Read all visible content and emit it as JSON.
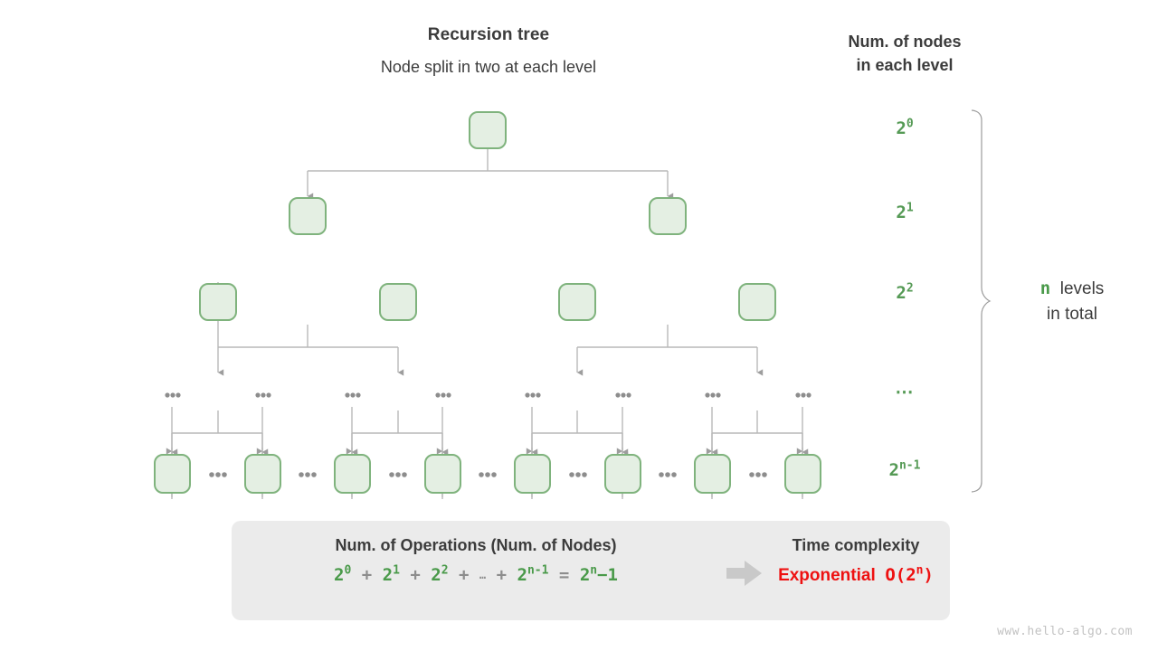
{
  "titles": {
    "tree_title": "Recursion tree",
    "tree_subtitle": "Node split in two at each level",
    "nodecount_title_line1": "Num. of nodes",
    "nodecount_title_line2": "in each level"
  },
  "level_counts": [
    {
      "id": "lvl-0",
      "base": "2",
      "exp": "0"
    },
    {
      "id": "lvl-1",
      "base": "2",
      "exp": "1"
    },
    {
      "id": "lvl-2",
      "base": "2",
      "exp": "2"
    },
    {
      "id": "lvl-3",
      "base": "⋯",
      "exp": ""
    },
    {
      "id": "lvl-4",
      "base": "2",
      "exp": "n-1"
    }
  ],
  "level_count_text": {
    "l0": "2",
    "l0_exp": "0",
    "l1": "2",
    "l1_exp": "1",
    "l2": "2",
    "l2_exp": "2",
    "l3_dots": "⋯",
    "l4": "2",
    "l4_exp": "n-1"
  },
  "total": {
    "n_symbol": "n",
    "levels_word": "levels",
    "in_total": "in total"
  },
  "tree": {
    "ellipsis_label": "⋯",
    "levels": [
      {
        "name": "root-level",
        "node_count": 1,
        "centers": [
          539
        ]
      },
      {
        "name": "level-1",
        "node_count": 2,
        "centers": [
          340,
          738
        ]
      },
      {
        "name": "level-2",
        "node_count": 4,
        "centers": [
          241,
          440,
          638,
          837
        ]
      },
      {
        "name": "ellipsis-level",
        "node_count": 8,
        "centers": [
          190,
          290,
          389,
          489,
          588,
          688,
          787,
          887
        ]
      },
      {
        "name": "leaf-level",
        "node_count": 8,
        "centers": [
          190,
          290,
          389,
          489,
          588,
          688,
          787,
          887
        ]
      }
    ]
  },
  "summary": {
    "ops_title": "Num. of Operations (Num. of Nodes)",
    "formula": {
      "t0": "2",
      "t0_exp": "0",
      "plus1": "+",
      "t1": "2",
      "t1_exp": "1",
      "plus2": "+",
      "t2": "2",
      "t2_exp": "2",
      "plus3": "+",
      "dots": "…",
      "plus4": "+",
      "t3": "2",
      "t3_exp": "n-1",
      "equals": "=",
      "result": "2",
      "result_exp": "n",
      "result_tail": "−1"
    },
    "complexity_title": "Time complexity",
    "complexity_name": "Exponential",
    "complexity_bigo": "O(2",
    "complexity_bigo_exp": "n",
    "complexity_bigo_tail": ")"
  },
  "watermark": "www.hello-algo.com",
  "colors": {
    "node_fill": "#e4efe3",
    "node_stroke": "#7fb37d",
    "edge": "#b0b0b0",
    "green_text": "#559a55",
    "red_text": "#ee1111",
    "panel_bg": "#ebebeb",
    "dark_text": "#3c3c3c"
  }
}
